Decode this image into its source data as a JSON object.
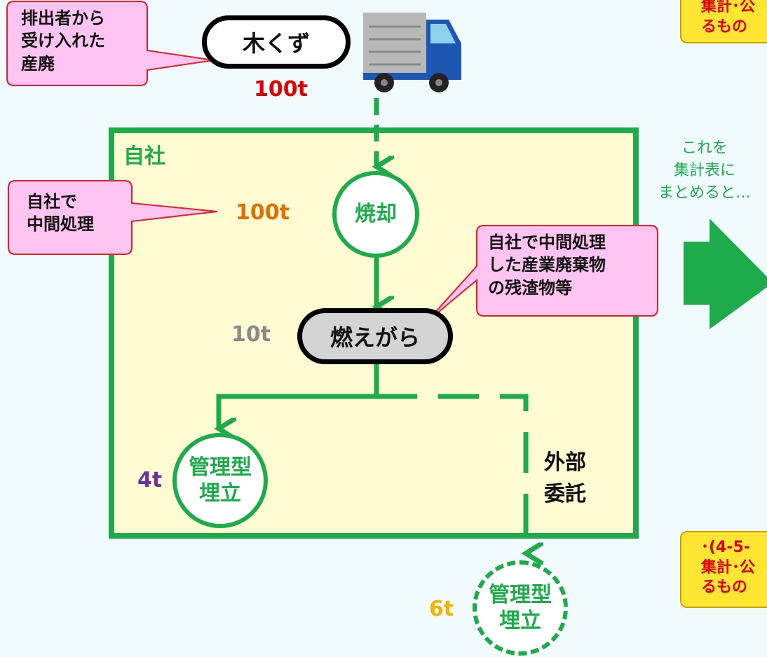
{
  "source_label": "排出者から\n受け入れた\n産廃",
  "source_node": "木くず",
  "source_weight": "100t",
  "company_label": "自社",
  "process_label": "自社で\n中間処理",
  "process_node": "焼却",
  "process_weight": "100t",
  "residue_label": "自社で中間処理\nした産業廃棄物\nの残渣物等",
  "residue_node": "燃えがら",
  "residue_weight": "10t",
  "landfill_in": {
    "label": "管理型\n埋立",
    "weight": "4t"
  },
  "outsource_label": "外部\n委託",
  "landfill_out": {
    "label": "管理型\n埋立",
    "weight": "6t"
  },
  "summary_text": "これを\n集計表に\nまとめると…",
  "note_top": "集計･公\nるもの",
  "note_bottom": "･(4-5-\n集計･公\nるもの",
  "colors": {
    "green": "#1dab4b",
    "red": "#e00000",
    "orange": "#e07000",
    "gray": "#8a8a8a",
    "purple": "#7030a0",
    "yellow": "#f0b400",
    "pink": "#ffc4f2"
  }
}
